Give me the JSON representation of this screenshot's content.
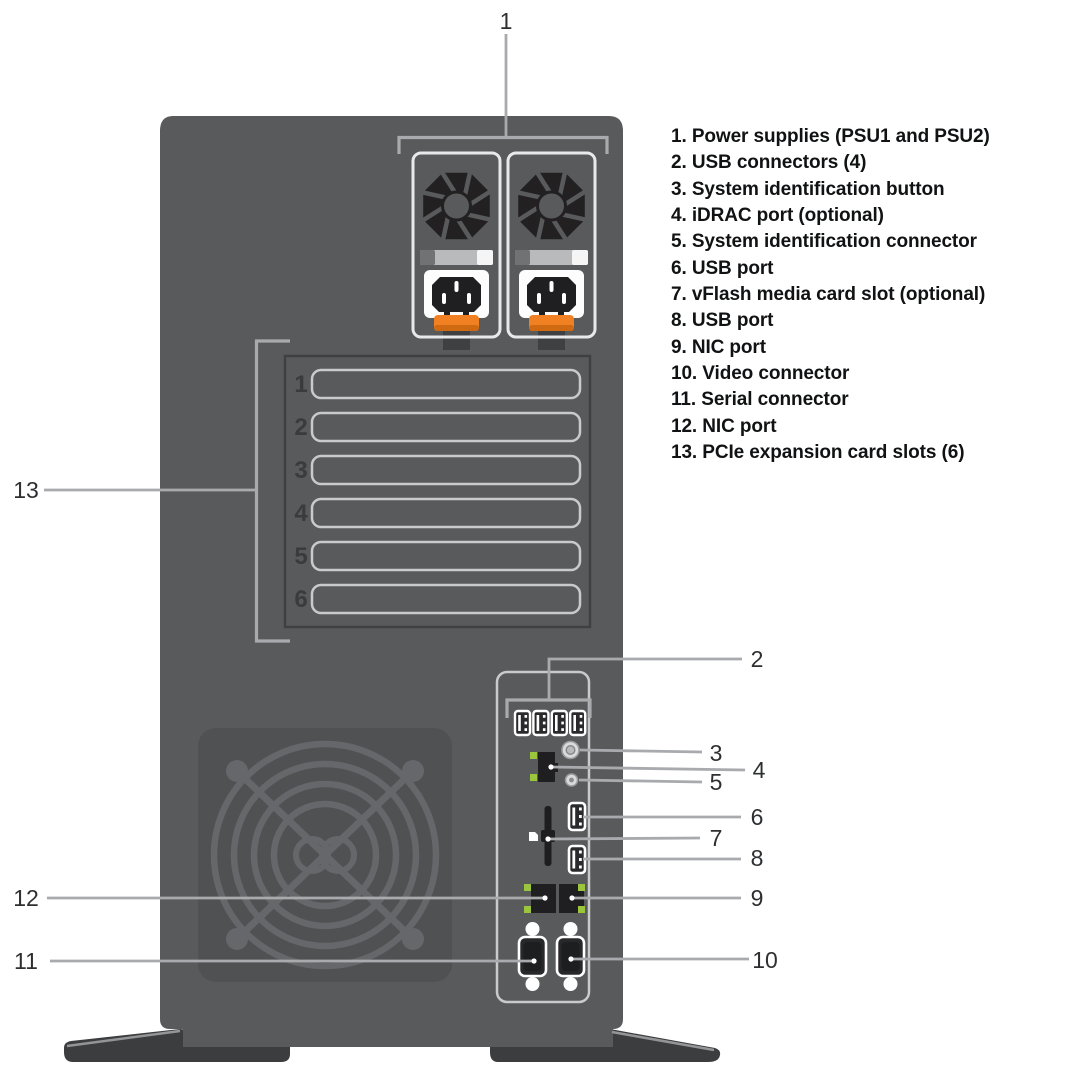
{
  "legend": {
    "items": [
      "1. Power supplies (PSU1 and PSU2)",
      "2. USB connectors (4)",
      "3. System identification button",
      "4. iDRAC port (optional)",
      "5. System identification connector",
      "6. USB port",
      "7. vFlash media card slot (optional)",
      "8. USB port",
      "9. NIC port",
      "10. Video connector",
      "11. Serial connector",
      "12. NIC port",
      "13. PCIe expansion card slots (6)"
    ]
  },
  "callouts": {
    "c1": "1",
    "c2": "2",
    "c3": "3",
    "c4": "4",
    "c5": "5",
    "c6": "6",
    "c7": "7",
    "c8": "8",
    "c9": "9",
    "c10": "10",
    "c11": "11",
    "c12": "12",
    "c13": "13"
  },
  "pcie": {
    "slots": [
      "1",
      "2",
      "3",
      "4",
      "5",
      "6"
    ]
  },
  "colors": {
    "chassis": "#595a5c",
    "foot": "#3c3d3f",
    "callout_line": "#a8aaad",
    "psu_latch_orange": "#f08021",
    "led_green": "#9bc53d",
    "port_black": "#1f1f21",
    "outline_light": "#e8e9ea"
  }
}
